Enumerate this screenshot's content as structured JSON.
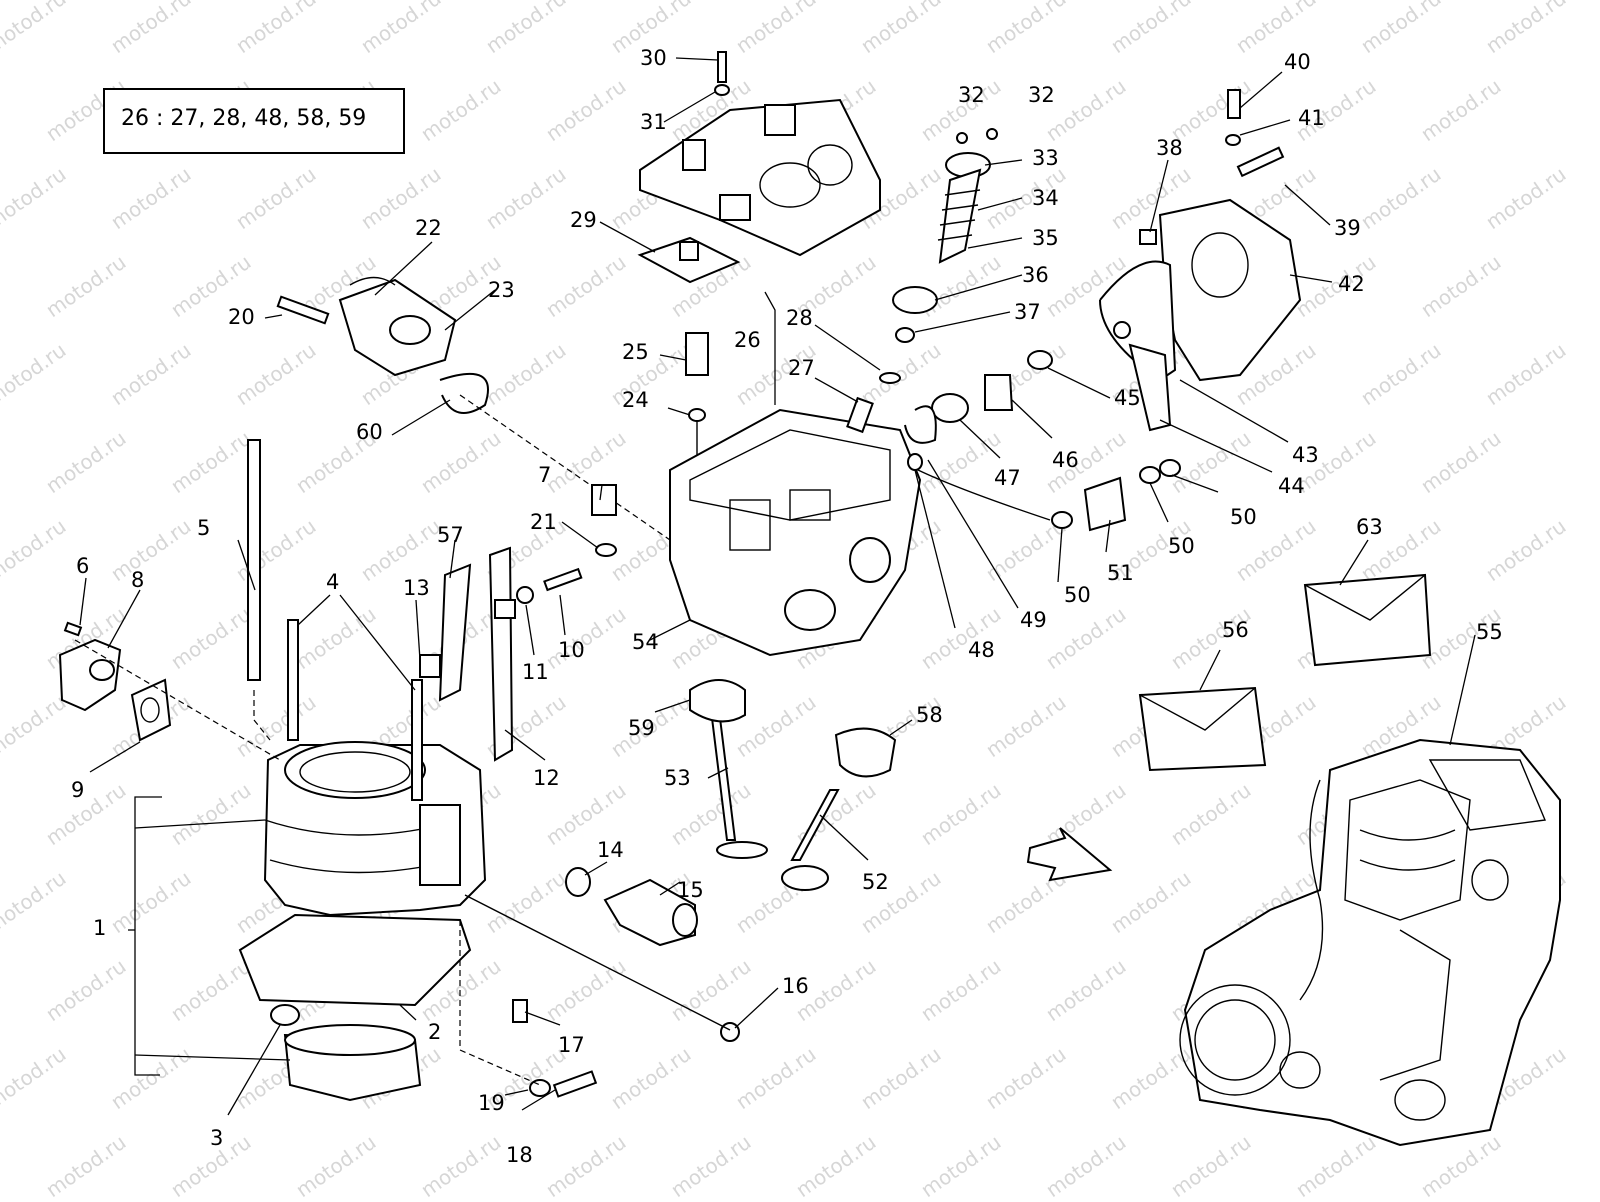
{
  "watermark": "motod.ru",
  "legend": {
    "text": "26 :  27, 28, 48, 58, 59"
  },
  "callouts": [
    "1",
    "2",
    "3",
    "4",
    "5",
    "6",
    "7",
    "8",
    "9",
    "10",
    "11",
    "12",
    "13",
    "14",
    "15",
    "16",
    "17",
    "18",
    "19",
    "20",
    "21",
    "22",
    "23",
    "24",
    "25",
    "26",
    "27",
    "28",
    "29",
    "30",
    "31",
    "32",
    "32",
    "33",
    "34",
    "35",
    "36",
    "37",
    "38",
    "39",
    "40",
    "41",
    "42",
    "43",
    "44",
    "45",
    "46",
    "47",
    "48",
    "49",
    "50",
    "50",
    "50",
    "51",
    "52",
    "53",
    "54",
    "55",
    "56",
    "57",
    "58",
    "59",
    "60",
    "63"
  ]
}
